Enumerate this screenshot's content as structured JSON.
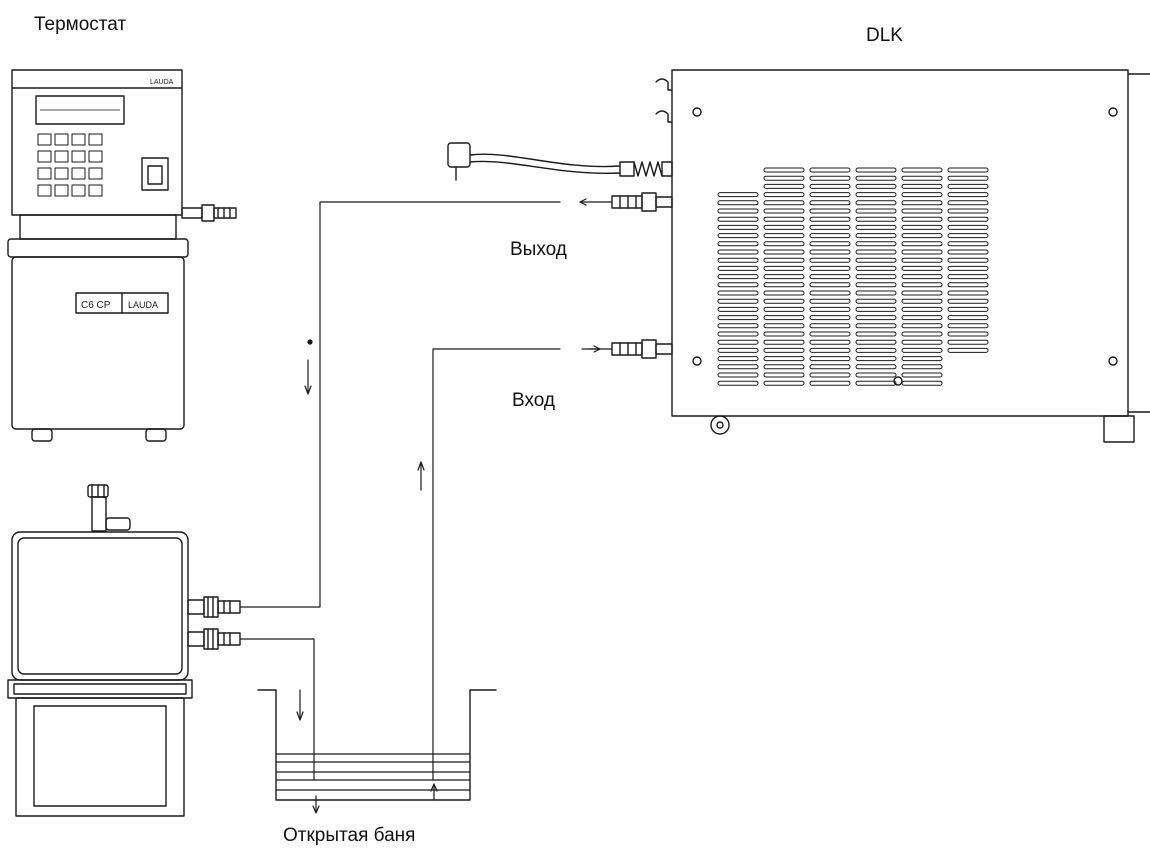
{
  "labels": {
    "thermostat": "Термостат",
    "dlk": "DLK",
    "outlet": "Выход",
    "inlet": "Вход",
    "open_bath": "Открытая баня"
  },
  "device_text": {
    "thermostat_panel_model": "LAUDA",
    "thermostat_base_model": "C6 CP",
    "thermostat_base_brand": "LAUDA"
  },
  "colors": {
    "line": "#1a1a1a",
    "paper": "#ffffff"
  }
}
